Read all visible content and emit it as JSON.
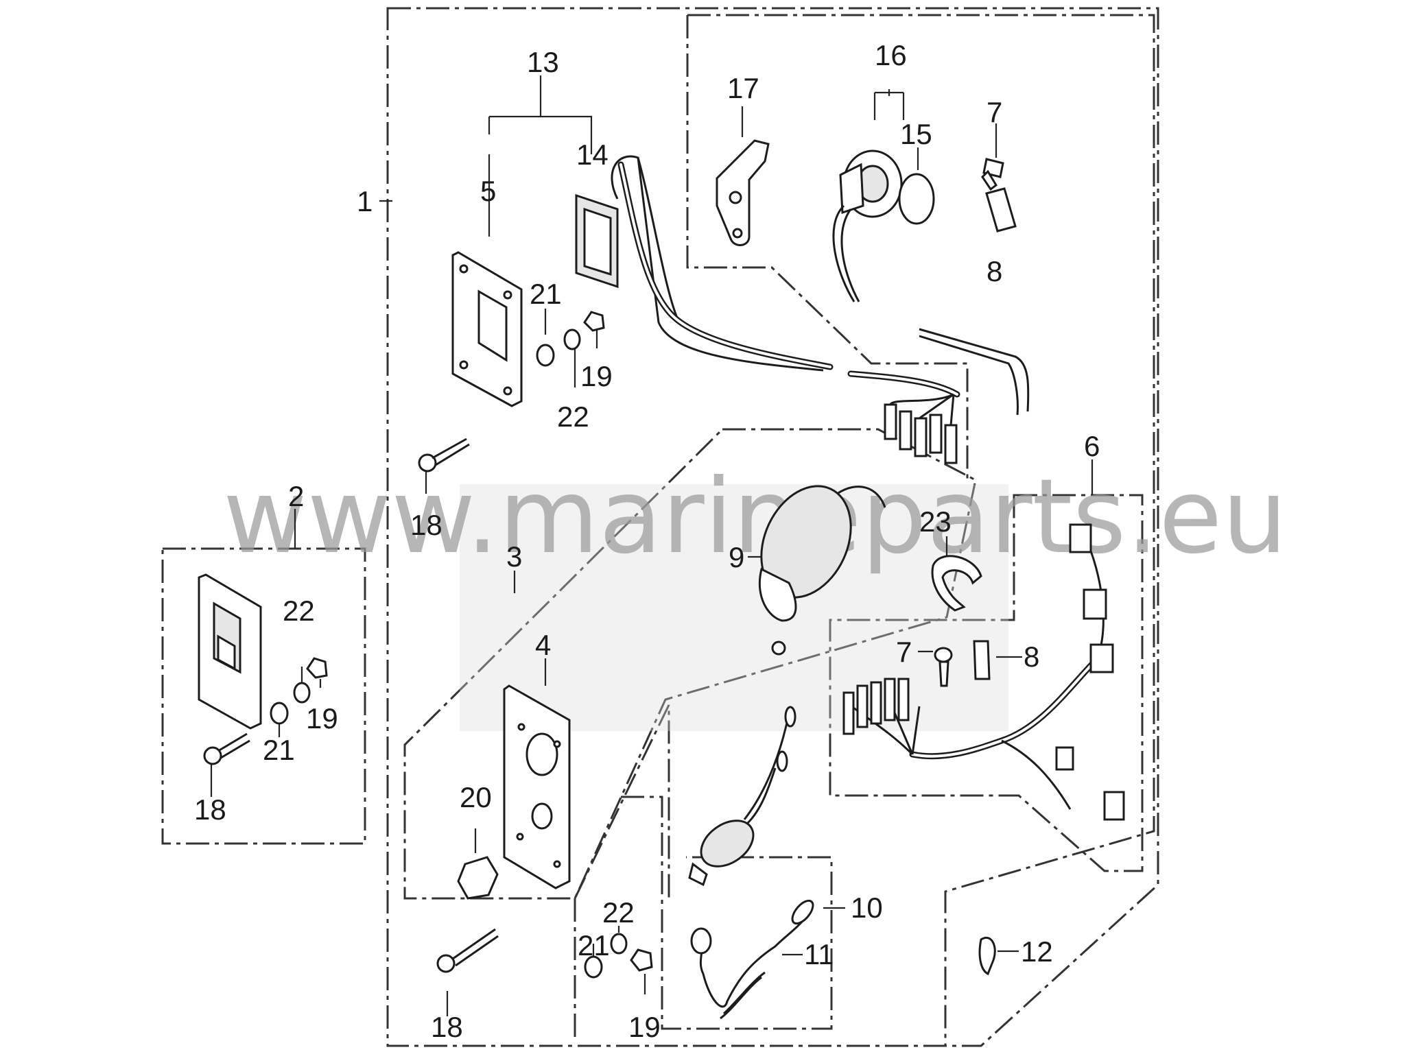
{
  "diagram": {
    "callouts": [
      {
        "id": "c1",
        "text": "1"
      },
      {
        "id": "c2",
        "text": "2"
      },
      {
        "id": "c3",
        "text": "3"
      },
      {
        "id": "c4",
        "text": "4"
      },
      {
        "id": "c5",
        "text": "5"
      },
      {
        "id": "c6",
        "text": "6"
      },
      {
        "id": "c7a",
        "text": "7"
      },
      {
        "id": "c7b",
        "text": "7"
      },
      {
        "id": "c8a",
        "text": "8"
      },
      {
        "id": "c8b",
        "text": "8"
      },
      {
        "id": "c9",
        "text": "9"
      },
      {
        "id": "c10",
        "text": "10"
      },
      {
        "id": "c11",
        "text": "11"
      },
      {
        "id": "c12",
        "text": "12"
      },
      {
        "id": "c13",
        "text": "13"
      },
      {
        "id": "c14",
        "text": "14"
      },
      {
        "id": "c15",
        "text": "15"
      },
      {
        "id": "c16",
        "text": "16"
      },
      {
        "id": "c17",
        "text": "17"
      },
      {
        "id": "c18a",
        "text": "18"
      },
      {
        "id": "c18b",
        "text": "18"
      },
      {
        "id": "c18c",
        "text": "18"
      },
      {
        "id": "c19a",
        "text": "19"
      },
      {
        "id": "c19b",
        "text": "19"
      },
      {
        "id": "c19c",
        "text": "19"
      },
      {
        "id": "c20",
        "text": "20"
      },
      {
        "id": "c21a",
        "text": "21"
      },
      {
        "id": "c21b",
        "text": "21"
      },
      {
        "id": "c21c",
        "text": "21"
      },
      {
        "id": "c22a",
        "text": "22"
      },
      {
        "id": "c22b",
        "text": "22"
      },
      {
        "id": "c22c",
        "text": "22"
      },
      {
        "id": "c23",
        "text": "23"
      }
    ],
    "watermark": "www.marineparts.eu",
    "colors": {
      "line": "#1c1c1c",
      "watermark": "#9a9a9a",
      "background": "#ffffff"
    }
  }
}
